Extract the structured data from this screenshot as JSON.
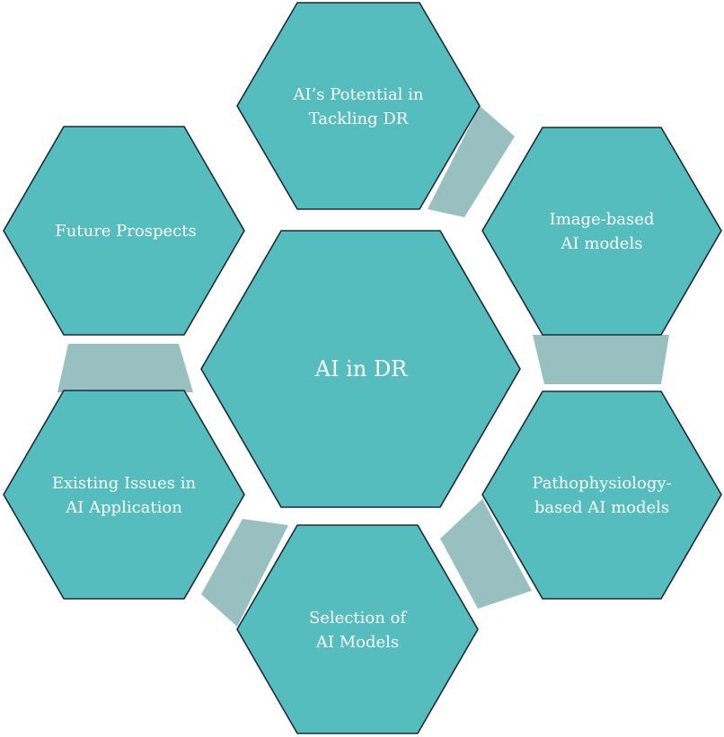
{
  "diagram": {
    "center": {
      "label": "AI in DR"
    },
    "nodes": [
      {
        "id": "potential",
        "lines": [
          "AI’s Potential in",
          "Tackling DR"
        ]
      },
      {
        "id": "image-based",
        "lines": [
          "Image-based",
          "AI models"
        ]
      },
      {
        "id": "pathophysiology",
        "lines": [
          "Pathophysiology-",
          "based AI models"
        ]
      },
      {
        "id": "selection",
        "lines": [
          "Selection of",
          "AI Models"
        ]
      },
      {
        "id": "existing-issues",
        "lines": [
          "Existing Issues in",
          "AI Application"
        ]
      },
      {
        "id": "future",
        "lines": [
          "Future Prospects"
        ]
      }
    ],
    "colors": {
      "hex_fill": "#55bdbd",
      "hex_stroke": "#1c2b3a",
      "connector_fill": "#98c0c0",
      "text": "#ffffff"
    }
  }
}
